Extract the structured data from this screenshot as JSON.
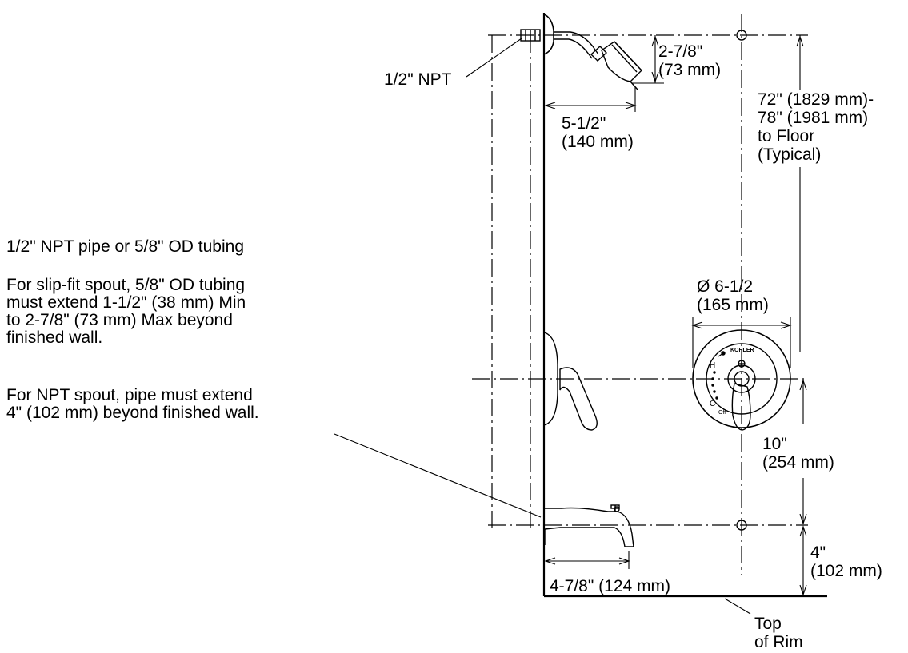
{
  "diagram": {
    "notes": {
      "supply_pipe": "1/2\" NPT pipe or 5/8\" OD tubing",
      "slip_fit": [
        "For slip-fit spout, 5/8\" OD tubing",
        "must extend 1-1/2\" (38 mm) Min",
        "to 2-7/8\" (73 mm) Max beyond",
        "finished wall."
      ],
      "npt_spout": [
        "For NPT spout, pipe must extend",
        "4\" (102 mm) beyond finished wall."
      ]
    },
    "labels": {
      "shower_inlet": "1/2\" NPT",
      "showerhead_drop": [
        "2-7/8\"",
        "(73 mm)"
      ],
      "showerhead_reach": [
        "5-1/2\"",
        "(140 mm)"
      ],
      "showerhead_height": [
        "72\" (1829 mm)-",
        "78\" (1981 mm)",
        "to Floor",
        "(Typical)"
      ],
      "escutcheon_diameter": [
        "Ø 6-1/2",
        "(165 mm)"
      ],
      "valve_to_spout": [
        "10\"",
        "(254 mm)"
      ],
      "spout_to_rim": [
        "4\"",
        "(102 mm)"
      ],
      "spout_reach": "4-7/8\" (124 mm)",
      "rim": [
        "Top",
        "of Rim"
      ]
    },
    "handle_markings": {
      "brand": "KOHLER",
      "hot": "H",
      "cold": "C",
      "off": "Off"
    }
  }
}
